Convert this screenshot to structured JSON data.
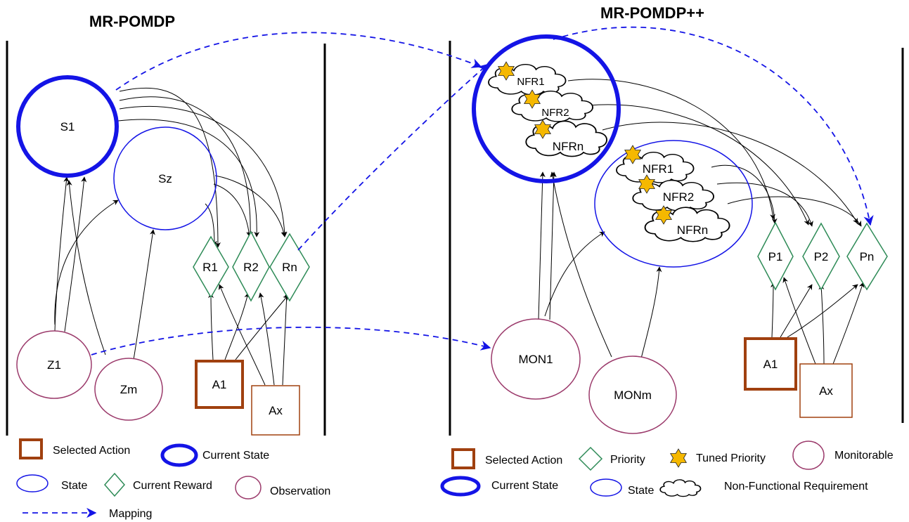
{
  "titles": {
    "left": "MR-POMDP",
    "right": "MR-POMDP++"
  },
  "left": {
    "states": [
      "S1",
      "Sz"
    ],
    "rewards": [
      "R1",
      "R2",
      "Rn"
    ],
    "observations": [
      "Z1",
      "Zm"
    ],
    "actions": [
      "A1",
      "Ax"
    ]
  },
  "right": {
    "nfr_current": [
      "NFR1",
      "NFR2",
      "NFRn"
    ],
    "nfr_other": [
      "NFR1",
      "NFR2",
      "NFRn"
    ],
    "priorities": [
      "P1",
      "P2",
      "Pn"
    ],
    "monitorables": [
      "MON1",
      "MONm"
    ],
    "actions": [
      "A1",
      "Ax"
    ]
  },
  "legend_left": {
    "selected_action": "Selected Action",
    "current_state": "Current State",
    "state": "State",
    "current_reward": "Current Reward",
    "observation": "Observation",
    "mapping": "Mapping"
  },
  "legend_right": {
    "selected_action": "Selected Action",
    "priority": "Priority",
    "tuned_priority": "Tuned Priority",
    "monitorable": "Monitorable",
    "current_state": "Current State",
    "state": "State",
    "nfr": "Non-Functional Requirement"
  },
  "colors": {
    "state": "#1414e6",
    "reward": "#2e8b57",
    "observation": "#9b3a6b",
    "action": "#a0400f",
    "star": "#f5b800",
    "mapping": "#1414e6"
  }
}
